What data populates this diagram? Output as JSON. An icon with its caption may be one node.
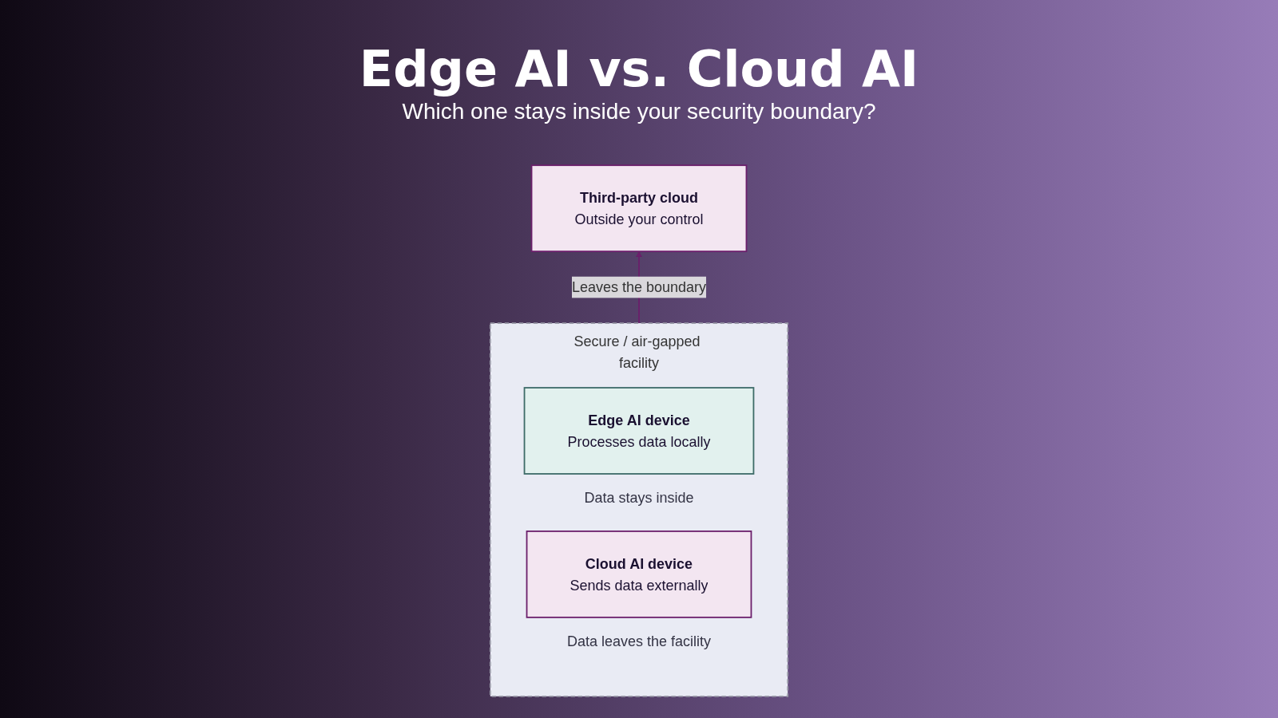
{
  "diagram": {
    "title": "Edge AI vs. Cloud AI",
    "nodes": [
      {
        "text": [
          "Third-party cloud",
          "Outside your control"
        ]
      },
      {
        "text": [
          "Secure / air-gapped facility"
        ]
      },
      {
        "text": [
          "Edge AI device",
          "Processes data locally"
        ],
        "in": 1,
        "beside": [
          "Data stays inside"
        ]
      },
      {
        "text": [
          "Cloud AI device",
          "Sends data externally"
        ],
        "in": 1,
        "beside": [
          "Data leaves the facility"
        ]
      }
    ],
    "edges": [
      {
        "from": 1,
        "to": 0,
        "arrow": "to",
        "label": "Leaves the boundary",
        "color": "#6b1f6b"
      }
    ],
    "labels": [
      "Which one stays inside your security boundary?"
    ]
  }
}
